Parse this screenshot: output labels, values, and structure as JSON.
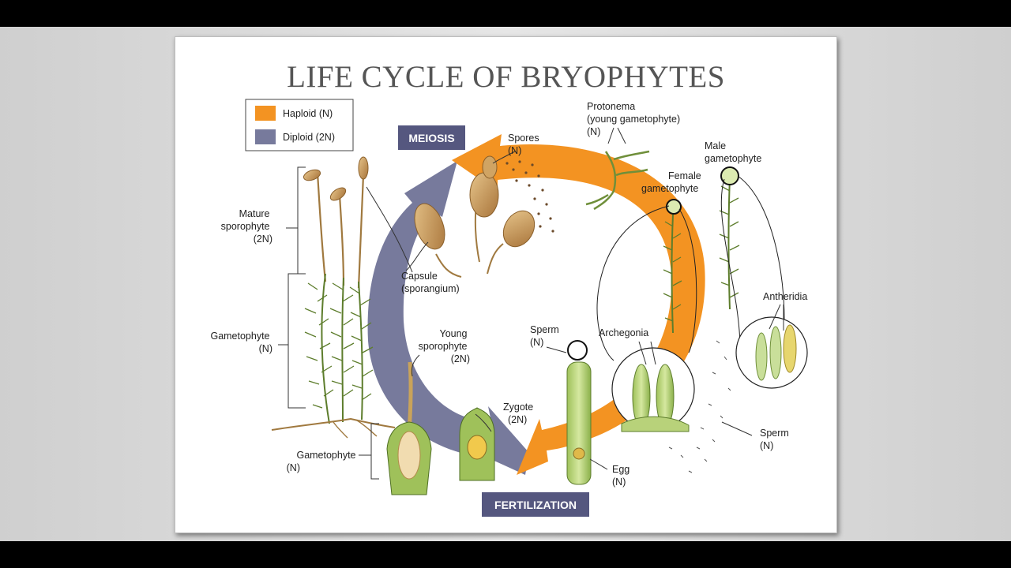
{
  "title": "LIFE CYCLE OF BRYOPHYTES",
  "colors": {
    "haploid": "#f39322",
    "diploid": "#777a9c",
    "stage_box": "#55577f",
    "plant_green": "#6f8f3a",
    "capsule_tan": "#c99a55"
  },
  "legend": {
    "haploid": "Haploid (N)",
    "diploid": "Diploid (2N)"
  },
  "stages": {
    "meiosis": "MEIOSIS",
    "fertilization": "FERTILIZATION"
  },
  "labels": {
    "protonema": [
      "Protonema",
      "(young gametophyte)",
      "(N)"
    ],
    "spores": [
      "Spores",
      "(N)"
    ],
    "male_gametophyte": [
      "Male",
      "gametophyte"
    ],
    "female_gametophyte": [
      "Female",
      "gametophyte"
    ],
    "mature_sporophyte": [
      "Mature",
      "sporophyte",
      "(2N)"
    ],
    "capsule": [
      "Capsule",
      "(sporangium)"
    ],
    "gametophyte_left": [
      "Gametophyte",
      "(N)"
    ],
    "antheridia": [
      "Antheridia"
    ],
    "archegonia": [
      "Archegonia"
    ],
    "sperm_top": [
      "Sperm",
      "(N)"
    ],
    "young_sporophyte": [
      "Young",
      "sporophyte",
      "(2N)"
    ],
    "zygote": [
      "Zygote",
      "(2N)"
    ],
    "sperm_right": [
      "Sperm",
      "(N)"
    ],
    "gametophyte_bottom": [
      "Gametophyte",
      "(N)"
    ],
    "egg": [
      "Egg",
      "(N)"
    ]
  }
}
